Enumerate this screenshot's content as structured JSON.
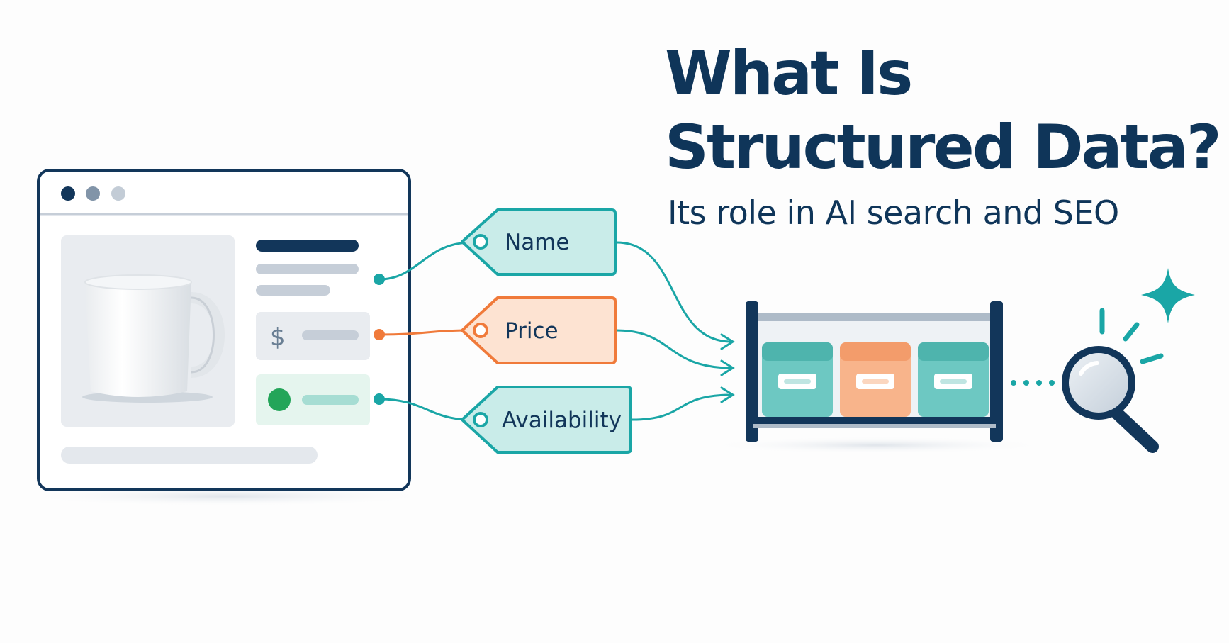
{
  "header": {
    "title_line1": "What Is",
    "title_line2": "Structured Data?",
    "subtitle": "Its role in AI search and SEO"
  },
  "product_card": {
    "price_symbol": "$"
  },
  "tags": {
    "name": "Name",
    "price": "Price",
    "availability": "Availability"
  },
  "colors": {
    "navy": "#0f3559",
    "teal": "#1aa6a6",
    "teal_fill": "#c9ece9",
    "orange": "#f07a3a",
    "orange_fill": "#fde3d2",
    "green": "#23a559",
    "slate": "#8194a8"
  }
}
